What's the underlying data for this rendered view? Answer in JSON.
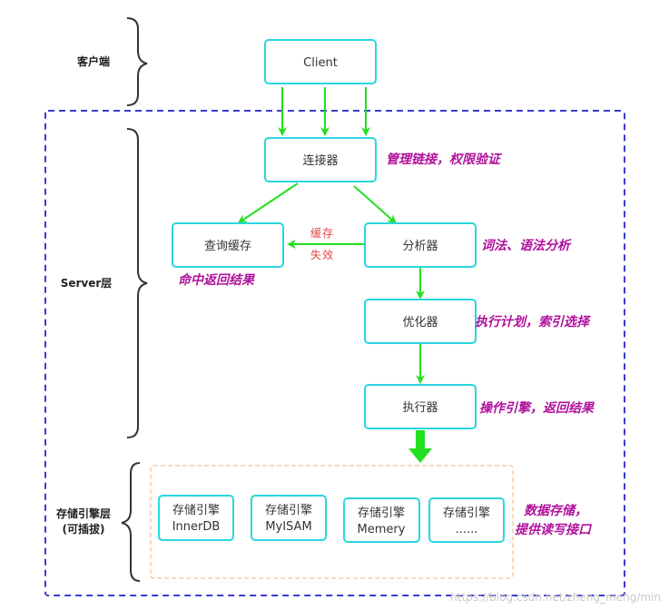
{
  "layers": {
    "client": "客户端",
    "server": "Server层",
    "storage_line1": "存储引擎层",
    "storage_line2": "(可插拔)"
  },
  "nodes": {
    "client": "Client",
    "connector": "连接器",
    "query_cache": "查询缓存",
    "analyzer": "分析器",
    "optimizer": "优化器",
    "executor": "执行器"
  },
  "engines": [
    {
      "line1": "存储引擎",
      "line2": "InnerDB"
    },
    {
      "line1": "存储引擎",
      "line2": "MyISAM"
    },
    {
      "line1": "存储引擎",
      "line2": "Memery"
    },
    {
      "line1": "存储引擎",
      "line2": "......"
    }
  ],
  "annotations": {
    "connector_note": "管理链接，权限验证",
    "cache_hit_note": "命中返回结果",
    "cache_invalid_line1": "缓存",
    "cache_invalid_line2": "失效",
    "analyzer_note": "词法、语法分析",
    "optimizer_note": "执行计划，索引选择",
    "executor_note": "操作引擎，返回结果",
    "storage_note_line1": "数据存储，",
    "storage_note_line2": "提供读写接口"
  },
  "watermark": "https://blog.csdn.net/zheng_meng/min",
  "colors": {
    "node_border": "#29d6df",
    "arrow": "#22e01f",
    "server_border": "#3b3bd1",
    "storage_border": "#f1b27c",
    "note": "#b0109c",
    "red_note": "#e2474a"
  }
}
